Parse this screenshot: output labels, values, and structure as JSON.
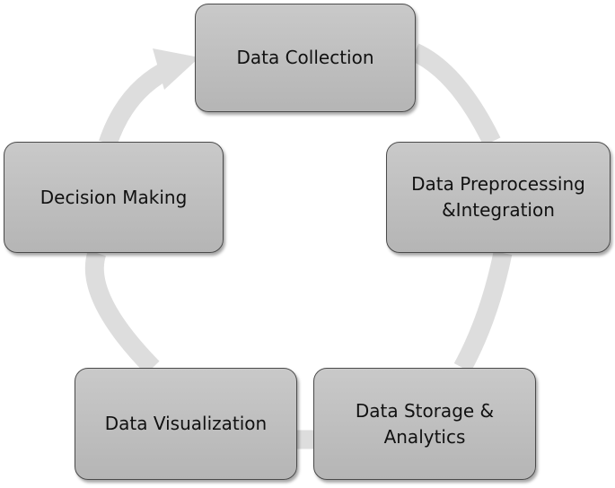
{
  "diagram": {
    "type": "cycle",
    "colors": {
      "node_fill": "#bdbdbd",
      "node_border": "#4a4a4a",
      "ring": "#dddddd",
      "text": "#111111"
    },
    "nodes": [
      {
        "id": "data-collection",
        "label": "Data Collection"
      },
      {
        "id": "data-preprocessing",
        "label": "Data Preprocessing\n&Integration"
      },
      {
        "id": "data-storage",
        "label": "Data Storage &\nAnalytics"
      },
      {
        "id": "data-visualization",
        "label": "Data Visualization"
      },
      {
        "id": "decision-making",
        "label": "Decision Making"
      }
    ],
    "flow": [
      "data-collection",
      "data-preprocessing",
      "data-storage",
      "data-visualization",
      "decision-making",
      "data-collection"
    ]
  }
}
